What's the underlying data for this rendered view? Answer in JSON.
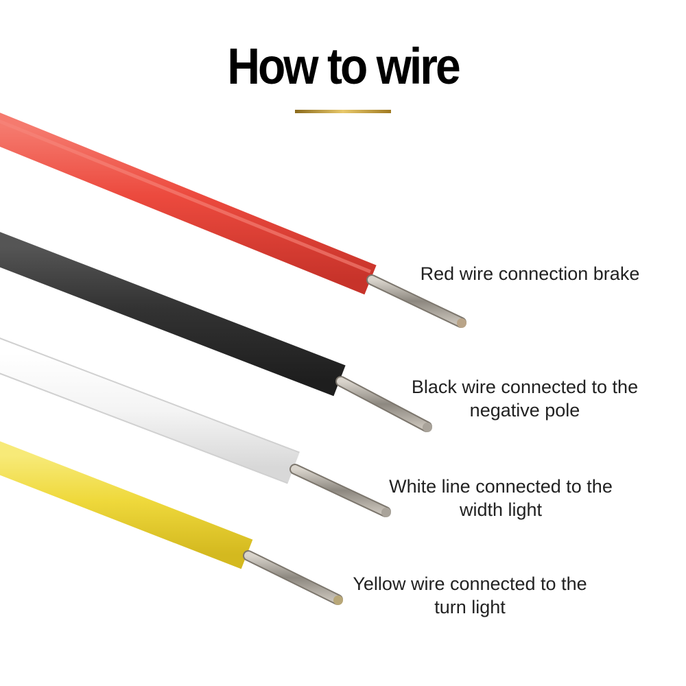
{
  "title": "How to wire",
  "colors": {
    "red": "#ec4a3e",
    "black": "#333333",
    "white": "#f2f2f2",
    "yellow": "#efd93c",
    "accent": "#c9a23a"
  },
  "wires": [
    {
      "color": "red",
      "lines": [
        "Red wire connection brake"
      ]
    },
    {
      "color": "black",
      "lines": [
        "Black wire connected to the",
        "negative pole"
      ]
    },
    {
      "color": "white",
      "lines": [
        "White line connected to the",
        "width light"
      ]
    },
    {
      "color": "yellow",
      "lines": [
        "Yellow wire connected to the",
        "turn light"
      ]
    }
  ]
}
